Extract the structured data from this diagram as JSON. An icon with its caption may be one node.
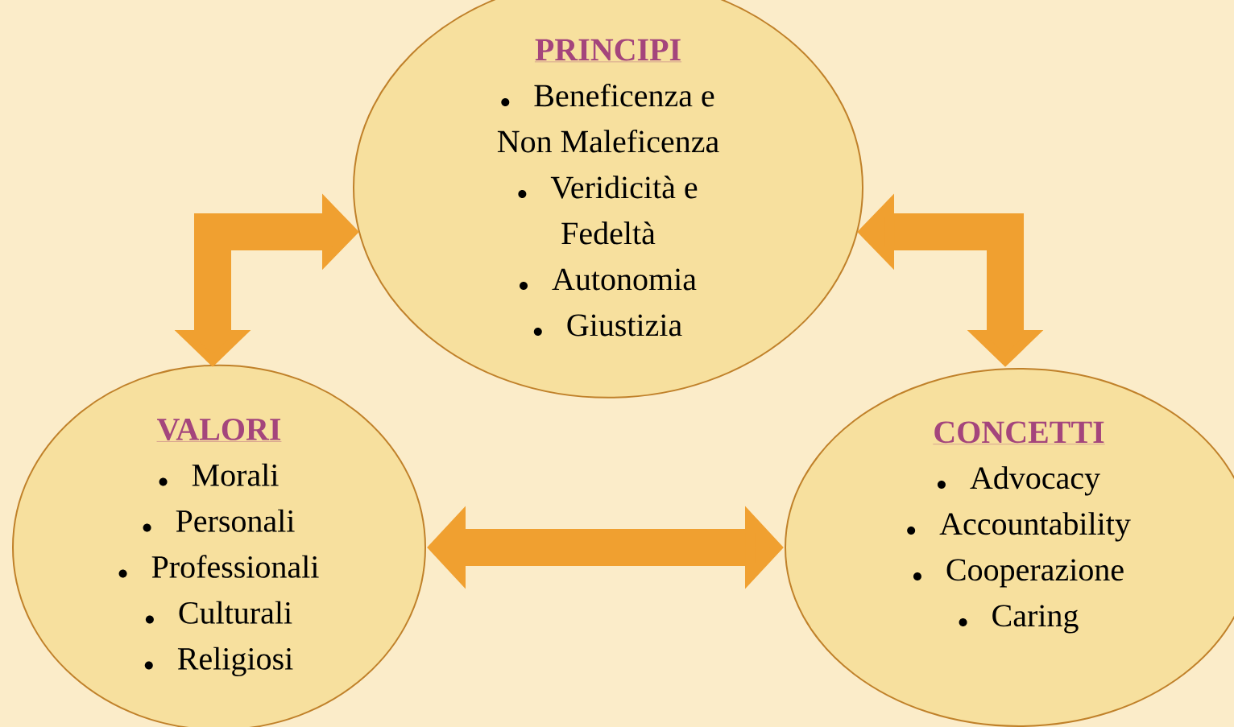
{
  "diagram": {
    "nodes": [
      {
        "text": [
          "PRINCIPI",
          "Beneficenza e Non Maleficenza",
          "Veridicità e Fedeltà",
          "Autonomia",
          "Giustizia"
        ]
      },
      {
        "text": [
          "VALORI",
          "Morali",
          "Personali",
          "Professionali",
          "Culturali",
          "Religiosi"
        ]
      },
      {
        "text": [
          "CONCETTI",
          "Advocacy",
          "Accountability",
          "Cooperazione",
          "Caring"
        ]
      }
    ],
    "edges": [
      {
        "from": 0,
        "to": 1,
        "arrow": "both"
      },
      {
        "from": 0,
        "to": 2,
        "arrow": "both"
      },
      {
        "from": 1,
        "to": 2,
        "arrow": "both"
      }
    ]
  }
}
